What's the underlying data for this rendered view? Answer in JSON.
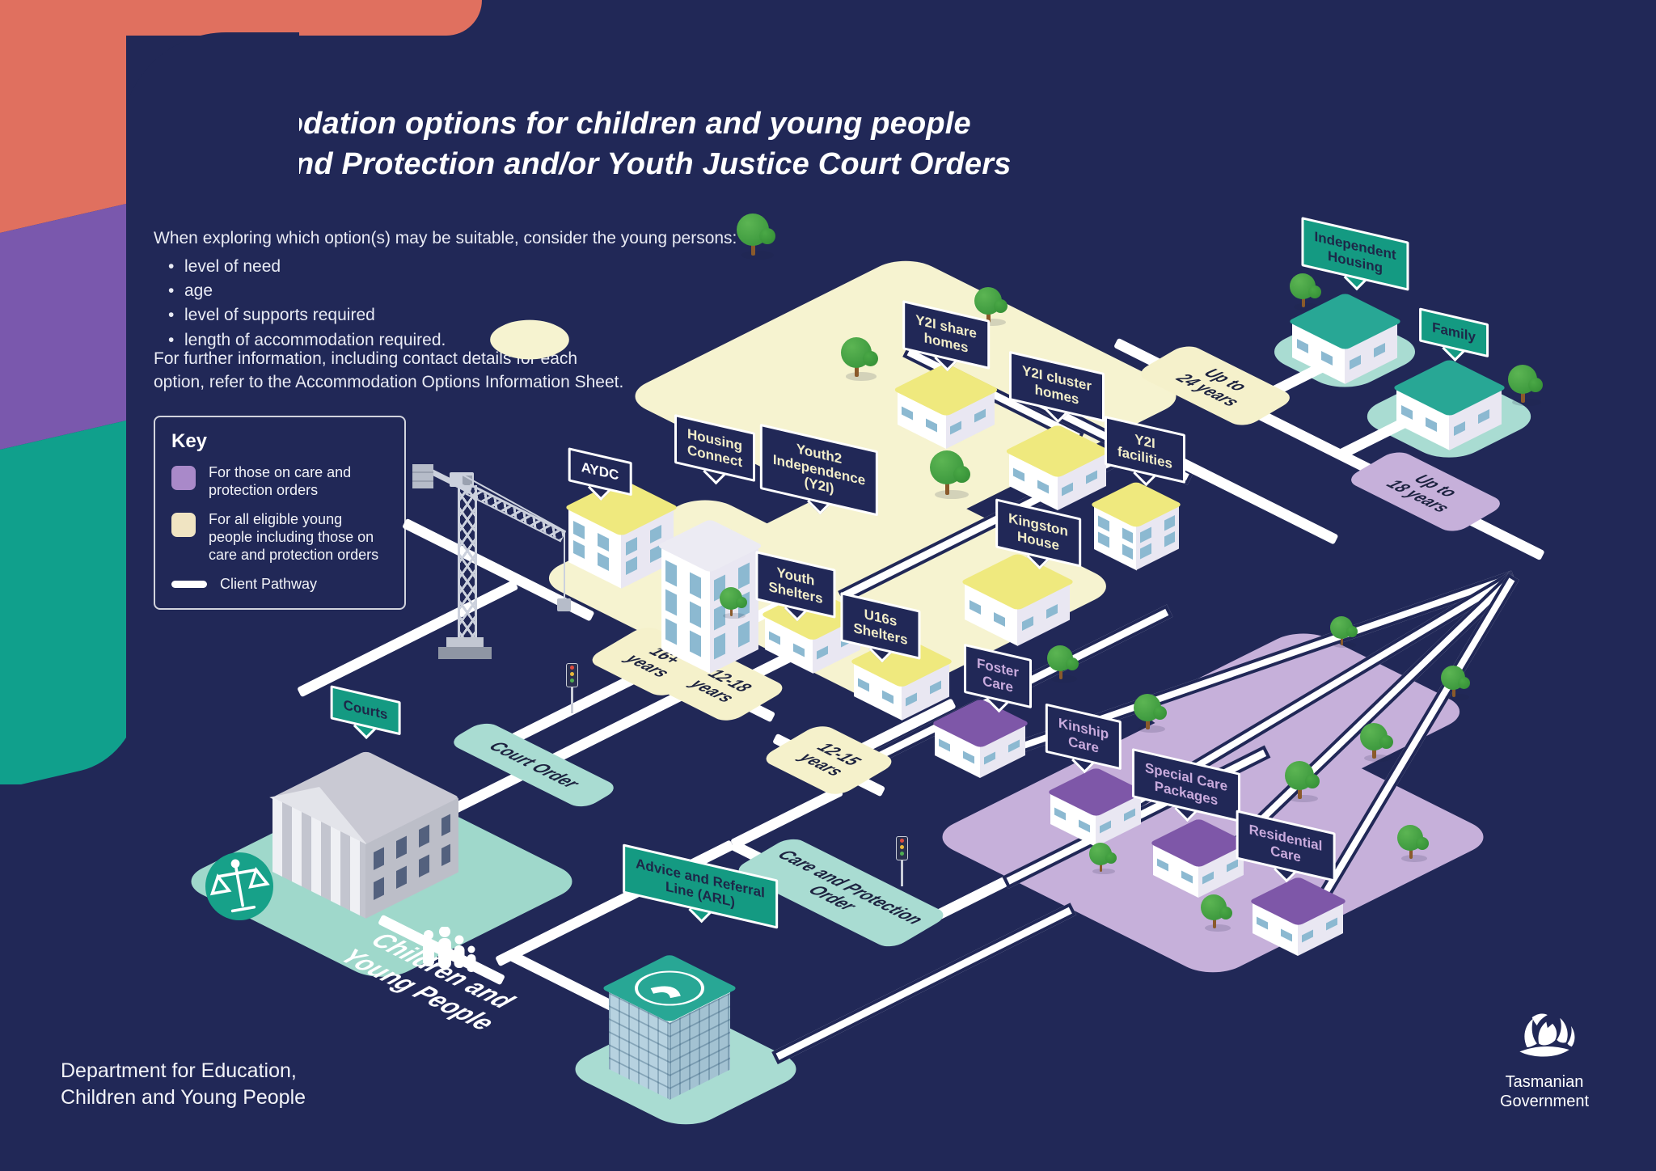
{
  "header": {
    "title": "Accommodation options for children and young people\non Care and Protection and/or Youth Justice Court Orders",
    "intro": "When exploring which option(s) may be suitable, consider the young persons:",
    "bullets": [
      "level of need",
      "age",
      "level of supports required",
      "length of accommodation required."
    ],
    "further_info": "For further information, including contact details for each\noption, refer to the Accommodation Options Information Sheet."
  },
  "key": {
    "title": "Key",
    "items": [
      {
        "swatch_color": "#a989c9",
        "label": "For those on care and protection orders"
      },
      {
        "swatch_color": "#f0e4c2",
        "label": "For all eligible young people including those on care and protection orders"
      }
    ],
    "pathway_label": "Client Pathway"
  },
  "signs": {
    "courts": "Courts",
    "aydc": "AYDC",
    "housing_connect": "Housing\nConnect",
    "youth2_independence": "Youth2\nIndependence\n(Y2I)",
    "y2i_share_homes": "Y2I share\nhomes",
    "y2i_cluster_homes": "Y2I cluster\nhomes",
    "y2i_facilities": "Y2I\nfacilities",
    "kingston_house": "Kingston\nHouse",
    "youth_shelters": "Youth\nShelters",
    "u16s_shelters": "U16s\nShelters",
    "foster_care": "Foster\nCare",
    "kinship_care": "Kinship\nCare",
    "special_care_packages": "Special Care\nPackages",
    "residential_care": "Residential\nCare",
    "independent_housing": "Independent\nHousing",
    "family": "Family",
    "advice_referral_line": "Advice and Referral\nLine (ARL)"
  },
  "badges": {
    "up_to_24": "Up to\n24 years",
    "up_to_18": "Up to\n18 years",
    "years_16_plus": "16+\nyears",
    "years_12_18": "12-18\nyears",
    "years_12_15": "12-15\nyears",
    "court_order": "Court Order",
    "care_and_protection_order": "Care and Protection\nOrder"
  },
  "scene_labels": {
    "children_and_young_people": "Children and\nYoung People"
  },
  "footer": {
    "department": "Department for Education,\nChildren and Young People",
    "government": "Tasmanian\nGovernment"
  },
  "colors": {
    "background": "#212857",
    "coral_band": "#e0705f",
    "purple_band": "#7a58ad",
    "teal_band": "#10a08c",
    "cream_platform": "#f6f3d0",
    "purple_platform": "#c6b0da",
    "mint_platform": "#a9dcd2",
    "teal_sign": "#149a82",
    "navy_sign": "#212857",
    "sign_text_cream": "#f2edc8",
    "sign_text_purple": "#c9abdd",
    "badge_text": "#1d2340",
    "client_pathway": "#ffffff",
    "roof_yellow": "#efe97e",
    "roof_purple": "#7e57a8",
    "roof_teal": "#28a795"
  }
}
